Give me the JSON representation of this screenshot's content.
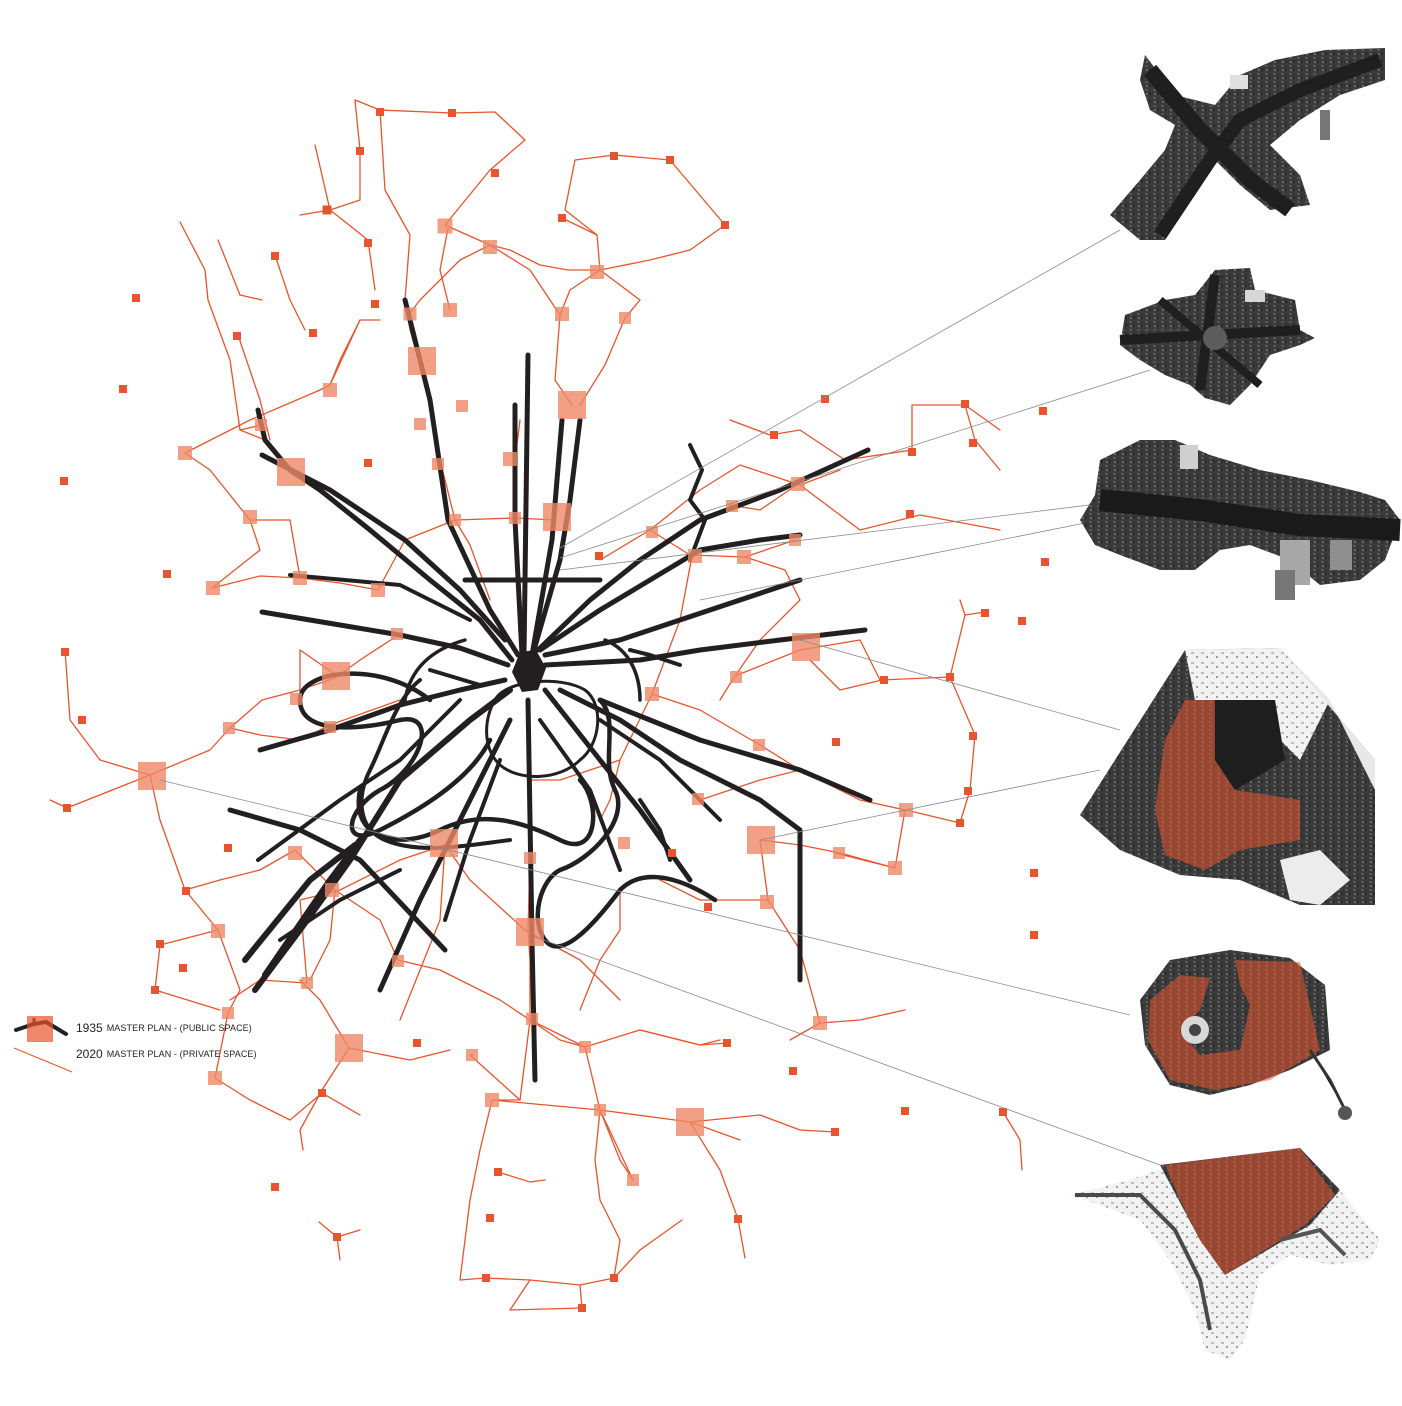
{
  "colors": {
    "public_space": "#231f20",
    "private_space": "#e8542d",
    "private_space_fill": "#ee8866",
    "connector": "#8a8a8a",
    "background": "#ffffff"
  },
  "legend": {
    "item_1935": {
      "year": "1935",
      "label": "MASTER PLAN - (PUBLIC SPACE)",
      "icon": "black-line-icon"
    },
    "item_2020": {
      "year": "2020",
      "label": "MASTER PLAN - (PRIVATE SPACE)",
      "icon": "orange-square-icon"
    }
  },
  "aerial_insets": [
    {
      "name": "aerial-inset-cross-avenue",
      "has_private_overlay": false
    },
    {
      "name": "aerial-inset-star-square",
      "has_private_overlay": false
    },
    {
      "name": "aerial-inset-linear-boulevard",
      "has_private_overlay": false
    },
    {
      "name": "aerial-inset-riverside-block",
      "has_private_overlay": true
    },
    {
      "name": "aerial-inset-horseshoe-complex",
      "has_private_overlay": true
    },
    {
      "name": "aerial-inset-waterfront-site",
      "has_private_overlay": true
    }
  ]
}
